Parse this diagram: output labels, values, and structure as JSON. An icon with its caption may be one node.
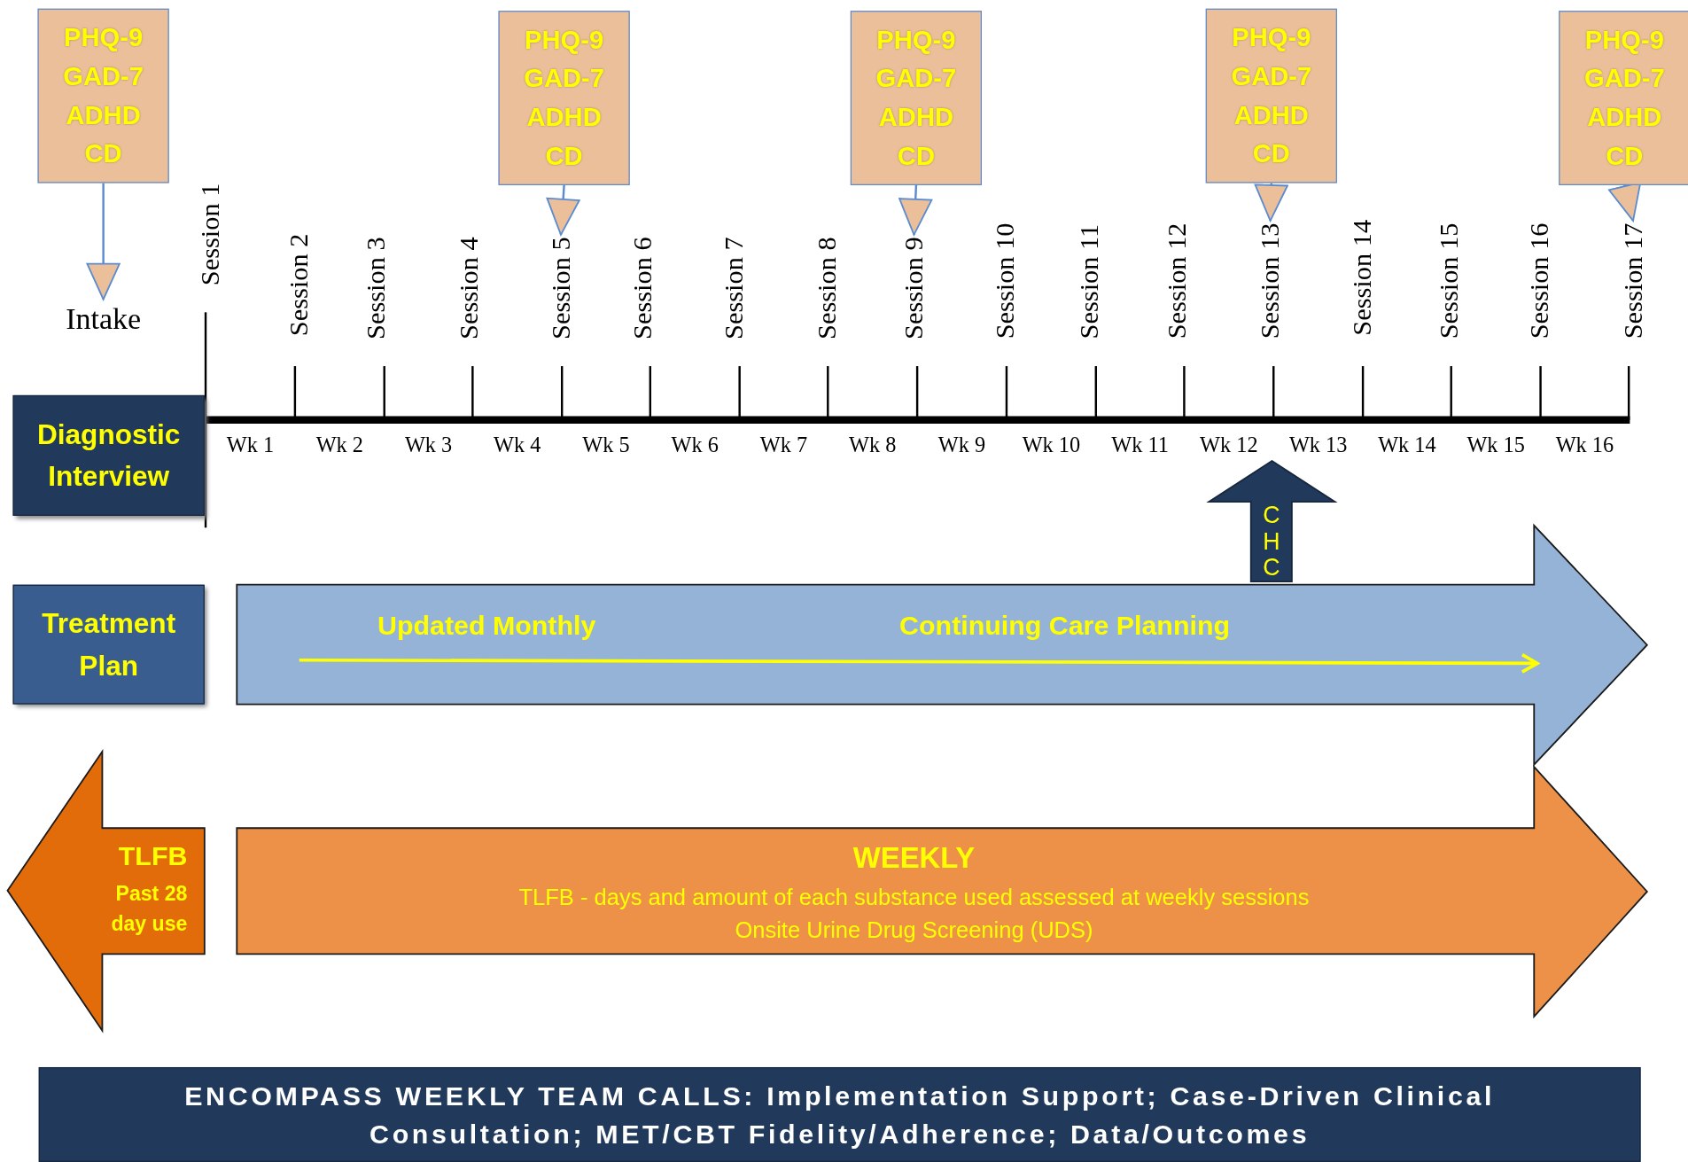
{
  "diagram": {
    "nodes": [
      {
        "text": [
          "PHQ-9",
          "GAD-7",
          "ADHD",
          "CD"
        ]
      },
      {
        "text": [
          "PHQ-9",
          "GAD-7",
          "ADHD",
          "CD"
        ]
      },
      {
        "text": [
          "PHQ-9",
          "GAD-7",
          "ADHD",
          "CD"
        ]
      },
      {
        "text": [
          "PHQ-9",
          "GAD-7",
          "ADHD",
          "CD"
        ]
      },
      {
        "text": [
          "PHQ-9",
          "GAD-7",
          "ADHD",
          "CD"
        ]
      },
      {
        "text": [
          "Intake"
        ]
      },
      {
        "text": [
          "Session 5"
        ]
      },
      {
        "text": [
          "Session 9"
        ]
      },
      {
        "text": [
          "Session 13"
        ]
      },
      {
        "text": [
          "Session 17"
        ]
      },
      {
        "text": [
          "Diagnostic Interview"
        ]
      },
      {
        "text": [
          "CHC"
        ]
      },
      {
        "text": [
          "Treatment Plan"
        ]
      },
      {
        "text": [
          "Updated Monthly",
          "Continuing Care Planning"
        ]
      },
      {
        "text": [
          "TLFB",
          "Past 28 day use"
        ]
      },
      {
        "text": [
          "WEEKLY",
          "TLFB - days and amount of each substance used assessed at weekly sessions",
          "Onsite Urine Drug Screening (UDS)"
        ]
      },
      {
        "text": [
          "ENCOMPASS WEEKLY TEAM CALLS: Implementation Support; Case-Driven Clinical Consultation; MET/CBT Fidelity/Adherence; Data/Outcomes"
        ]
      }
    ],
    "edges": [
      {
        "from": 0,
        "to": 5,
        "arrow": "to"
      },
      {
        "from": 1,
        "to": 6,
        "arrow": "to"
      },
      {
        "from": 2,
        "to": 7,
        "arrow": "to"
      },
      {
        "from": 3,
        "to": 8,
        "arrow": "to"
      },
      {
        "from": 4,
        "to": 9,
        "arrow": "to"
      }
    ],
    "labels": [
      "Session 1",
      "Session 2",
      "Session 3",
      "Session 4",
      "Session 6",
      "Session 7",
      "Session 8",
      "Session 10",
      "Session 11",
      "Session 12",
      "Session 14",
      "Session 15",
      "Session 16",
      "Wk 1",
      "Wk 2",
      "Wk 3",
      "Wk 4",
      "Wk 5",
      "Wk 6",
      "Wk 7",
      "Wk 8",
      "Wk 9",
      "Wk 10",
      "Wk 11",
      "Wk 12",
      "Wk 13",
      "Wk 14",
      "Wk 15",
      "Wk 16"
    ]
  }
}
